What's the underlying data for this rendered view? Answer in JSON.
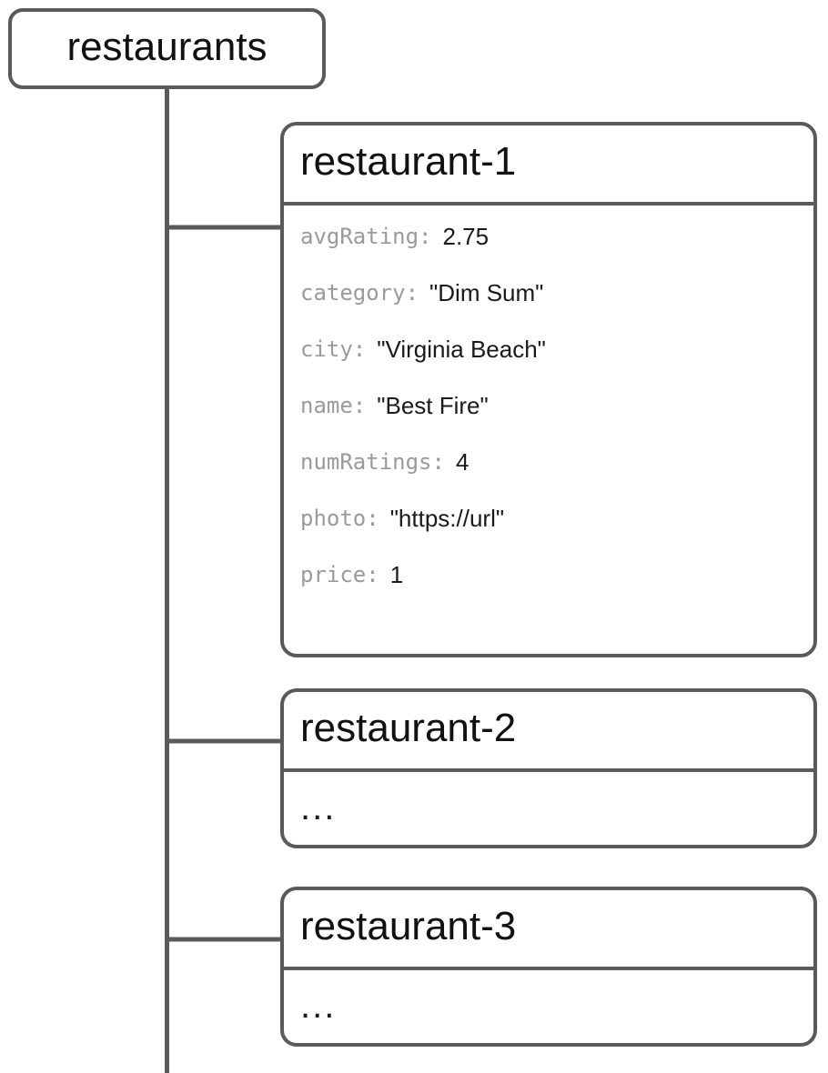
{
  "diagram": {
    "type": "firestore-collection-tree",
    "line_color": "#5a5a5a",
    "key_color": "#9a9a9a",
    "value_color": "#1a1a1a",
    "background": "#ffffff"
  },
  "root": {
    "label": "restaurants",
    "kind": "collection"
  },
  "documents": [
    {
      "id": "restaurant-1",
      "collapsed": false,
      "ellipsis": "...",
      "fields": [
        {
          "key": "avgRating",
          "sep": ":",
          "value": "2.75"
        },
        {
          "key": "category",
          "sep": ":",
          "value": "\"Dim Sum\""
        },
        {
          "key": "city",
          "sep": ":",
          "value": "\"Virginia Beach\""
        },
        {
          "key": "name",
          "sep": ":",
          "value": "\"Best Fire\""
        },
        {
          "key": "numRatings",
          "sep": ":",
          "value": "4"
        },
        {
          "key": "photo",
          "sep": ":",
          "value": "\"https://url\""
        },
        {
          "key": "price",
          "sep": ":",
          "value": "1"
        }
      ]
    },
    {
      "id": "restaurant-2",
      "collapsed": true,
      "ellipsis": "...",
      "fields": []
    },
    {
      "id": "restaurant-3",
      "collapsed": true,
      "ellipsis": "...",
      "fields": []
    }
  ]
}
